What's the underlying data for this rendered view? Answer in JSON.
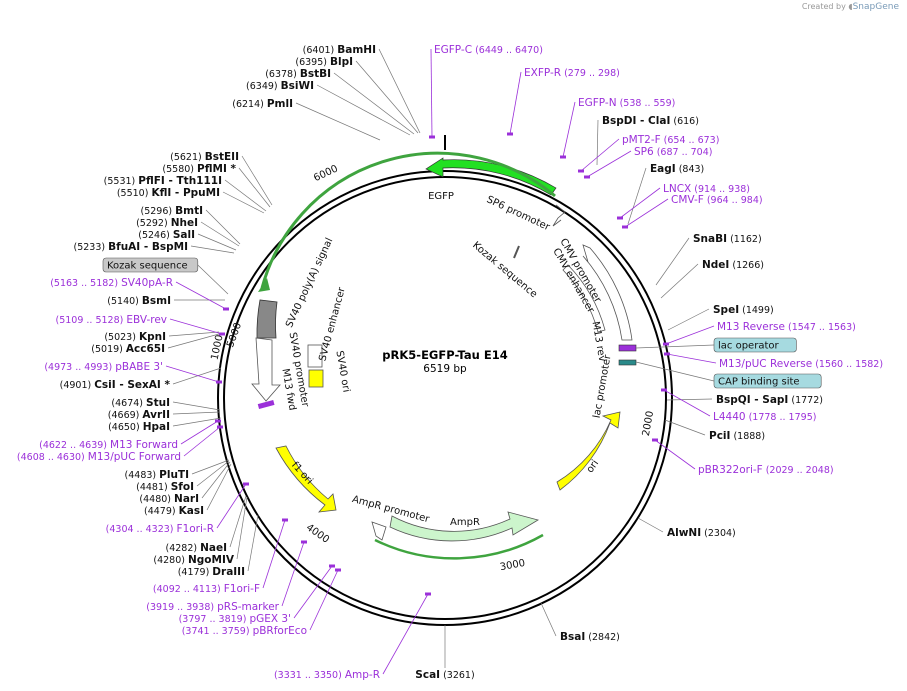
{
  "credit": {
    "prefix": "Created by",
    "brand": "SnapGene"
  },
  "plasmid": {
    "name": "pRK5-EGFP-Tau E14",
    "length": "6519 bp"
  },
  "ticks": [
    "1000",
    "2000",
    "3000",
    "4000",
    "5000",
    "6000"
  ],
  "sites": [
    {
      "name": "BamHI",
      "pos": "(6401)"
    },
    {
      "name": "BlpI",
      "pos": "(6395)"
    },
    {
      "name": "BstBI",
      "pos": "(6378)"
    },
    {
      "name": "BsiWI",
      "pos": "(6349)"
    },
    {
      "name": "PmlI",
      "pos": "(6214)"
    },
    {
      "name": "BstEII",
      "pos": "(5621)"
    },
    {
      "name": "PflMI *",
      "pos": "(5580)"
    },
    {
      "name": "PflFI - Tth111I",
      "pos": "(5531)"
    },
    {
      "name": "KflI - PpuMI",
      "pos": "(5510)"
    },
    {
      "name": "BmtI",
      "pos": "(5296)"
    },
    {
      "name": "NheI",
      "pos": "(5292)"
    },
    {
      "name": "SalI",
      "pos": "(5246)"
    },
    {
      "name": "BfuAI - BspMI",
      "pos": "(5233)"
    },
    {
      "name": "BsmI",
      "pos": "(5140)"
    },
    {
      "name": "KpnI",
      "pos": "(5023)"
    },
    {
      "name": "Acc65I",
      "pos": "(5019)"
    },
    {
      "name": "CsiI - SexAI *",
      "pos": "(4901)"
    },
    {
      "name": "StuI",
      "pos": "(4674)"
    },
    {
      "name": "AvrII",
      "pos": "(4669)"
    },
    {
      "name": "HpaI",
      "pos": "(4650)"
    },
    {
      "name": "PluTI",
      "pos": "(4483)"
    },
    {
      "name": "SfoI",
      "pos": "(4481)"
    },
    {
      "name": "NarI",
      "pos": "(4480)"
    },
    {
      "name": "KasI",
      "pos": "(4479)"
    },
    {
      "name": "NaeI",
      "pos": "(4282)"
    },
    {
      "name": "NgoMIV",
      "pos": "(4280)"
    },
    {
      "name": "DraIII",
      "pos": "(4179)"
    },
    {
      "name": "ScaI",
      "pos": "(3261)"
    },
    {
      "name": "BsaI",
      "pos": "(2842)"
    },
    {
      "name": "AlwNI",
      "pos": "(2304)"
    },
    {
      "name": "PciI",
      "pos": "(1888)"
    },
    {
      "name": "BspQI - SapI",
      "pos": "(1772)"
    },
    {
      "name": "SpeI",
      "pos": "(1499)"
    },
    {
      "name": "NdeI",
      "pos": "(1266)"
    },
    {
      "name": "SnaBI",
      "pos": "(1162)"
    },
    {
      "name": "EagI",
      "pos": "(843)"
    },
    {
      "name": "BspDI - ClaI",
      "pos": "(616)"
    }
  ],
  "primers": [
    {
      "name": "EGFP-C",
      "pos": "(6449 .. 6470)"
    },
    {
      "name": "EXFP-R",
      "pos": "(279 .. 298)"
    },
    {
      "name": "EGFP-N",
      "pos": "(538 .. 559)"
    },
    {
      "name": "pMT2-F",
      "pos": "(654 .. 673)"
    },
    {
      "name": "SP6",
      "pos": "(687 .. 704)"
    },
    {
      "name": "LNCX",
      "pos": "(914 .. 938)"
    },
    {
      "name": "CMV-F",
      "pos": "(964 .. 984)"
    },
    {
      "name": "M13 Reverse",
      "pos": "(1547 .. 1563)"
    },
    {
      "name": "M13/pUC Reverse",
      "pos": "(1560 .. 1582)"
    },
    {
      "name": "L4440",
      "pos": "(1778 .. 1795)"
    },
    {
      "name": "pBR322ori-F",
      "pos": "(2029 .. 2048)"
    },
    {
      "name": "Amp-R",
      "pos": "(3331 .. 3350)"
    },
    {
      "name": "pBRforEco",
      "pos": "(3741 .. 3759)"
    },
    {
      "name": "pGEX 3'",
      "pos": "(3797 .. 3819)"
    },
    {
      "name": "pRS-marker",
      "pos": "(3919 .. 3938)"
    },
    {
      "name": "F1ori-F",
      "pos": "(4092 .. 4113)"
    },
    {
      "name": "F1ori-R",
      "pos": "(4304 .. 4323)"
    },
    {
      "name": "M13/pUC Forward",
      "pos": "(4608 .. 4630)"
    },
    {
      "name": "M13 Forward",
      "pos": "(4622 .. 4639)"
    },
    {
      "name": "pBABE 3'",
      "pos": "(4973 .. 4993)"
    },
    {
      "name": "EBV-rev",
      "pos": "(5109 .. 5128)"
    },
    {
      "name": "SV40pA-R",
      "pos": "(5163 .. 5182)"
    }
  ],
  "boxed": [
    "Kozak sequence",
    "lac operator",
    "CAP binding site"
  ],
  "features": {
    "egfp": "EGFP",
    "sp6": "SP6 promoter",
    "kozak": "Kozak sequence",
    "cmv_promoter": "CMV promoter",
    "cmv_enhancer": "CMV enhancer",
    "m13rev": "M13 rev",
    "lac": "lac promoter",
    "ori": "ori",
    "ampr": "AmpR",
    "ampr_promoter": "AmpR promoter",
    "f1ori": "f1 ori",
    "m13fwd": "M13 fwd",
    "sv40_promoter": "SV40 promoter",
    "sv40_enhancer": "SV40 enhancer",
    "sv40_ori": "SV40 ori",
    "sv40_polya": "SV40 poly(A) signal"
  },
  "colors": {
    "egfp": "#22e022",
    "ori": "#ffff00",
    "ampr": "#ccf5cc",
    "primer": "#9b30d9",
    "backbone": "#000000",
    "feature_green": "#3fa43f",
    "box_gray": "#c8c8c8",
    "box_teal": "#a6dae0"
  }
}
